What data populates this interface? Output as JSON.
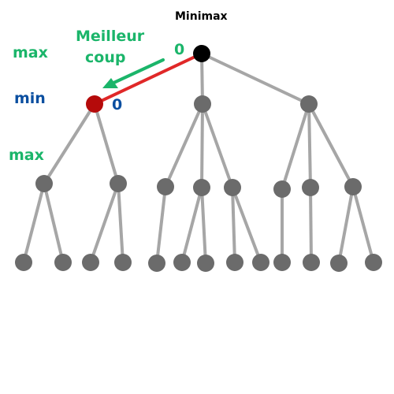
{
  "title": "Minimax",
  "levels": {
    "max_top": "max",
    "min": "min",
    "max_bottom": "max"
  },
  "best_move": {
    "line1": "Meilleur",
    "line2": "coup"
  },
  "values": {
    "root": "0",
    "min_node": "0"
  },
  "colors": {
    "max_label": "#1bb56a",
    "min_label": "#0b4fa0",
    "edge": "#a6a6a6",
    "node": "#6b6b6b",
    "root": "#000000",
    "best_node": "#b50a0a",
    "best_edge": "#e02828",
    "arrow": "#1bb56a",
    "text": "#000000"
  },
  "tree": {
    "root": "root",
    "children": {
      "root": [
        "a",
        "b",
        "c"
      ],
      "a": [
        "a1",
        "a2"
      ],
      "b": [
        "b1",
        "b2",
        "b3"
      ],
      "c": [
        "c1",
        "c2",
        "c3"
      ],
      "a1": [
        "a1x",
        "a1y"
      ],
      "a2": [
        "a2x",
        "a2y"
      ],
      "b1": [
        "b1x"
      ],
      "b2": [
        "b2x",
        "b2y"
      ],
      "b3": [
        "b3x",
        "b3y"
      ],
      "c1": [
        "c1x"
      ],
      "c2": [
        "c2x"
      ],
      "c3": [
        "c3x",
        "c3y"
      ]
    },
    "highlight_node": "a",
    "highlight_edge": [
      "root",
      "a"
    ]
  }
}
